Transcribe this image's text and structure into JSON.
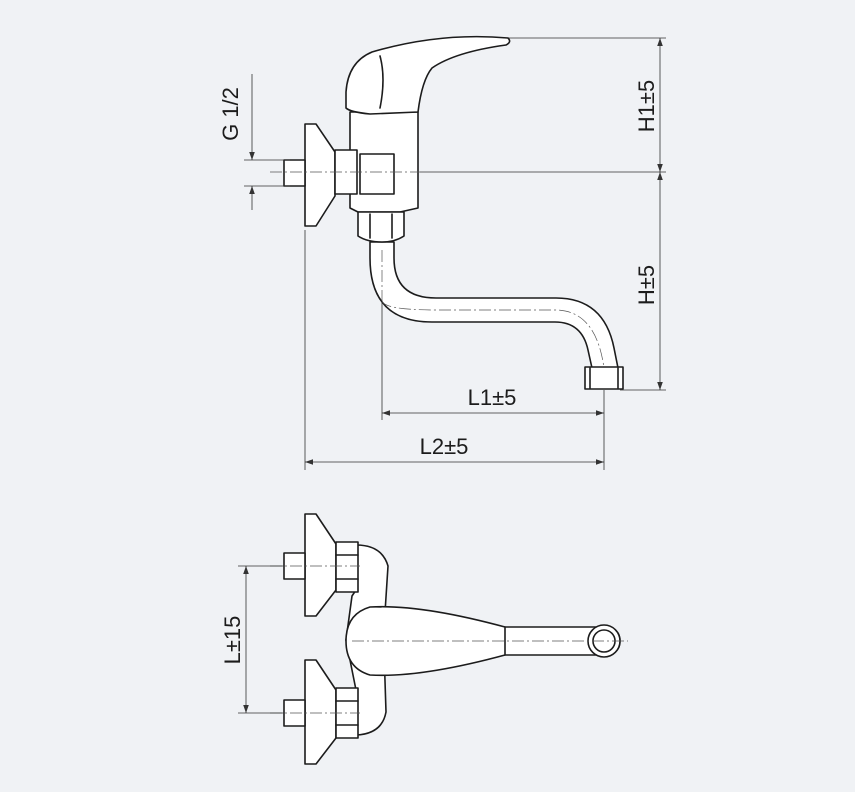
{
  "colors": {
    "background": "#f0f2f5",
    "line": "#1c1c1c",
    "fill": "#ffffff"
  },
  "labels": {
    "g_thread": "G 1/2",
    "h1": "H1±5",
    "h": "H±5",
    "l1": "L1±5",
    "l2": "L2±5",
    "l": "L±15"
  }
}
